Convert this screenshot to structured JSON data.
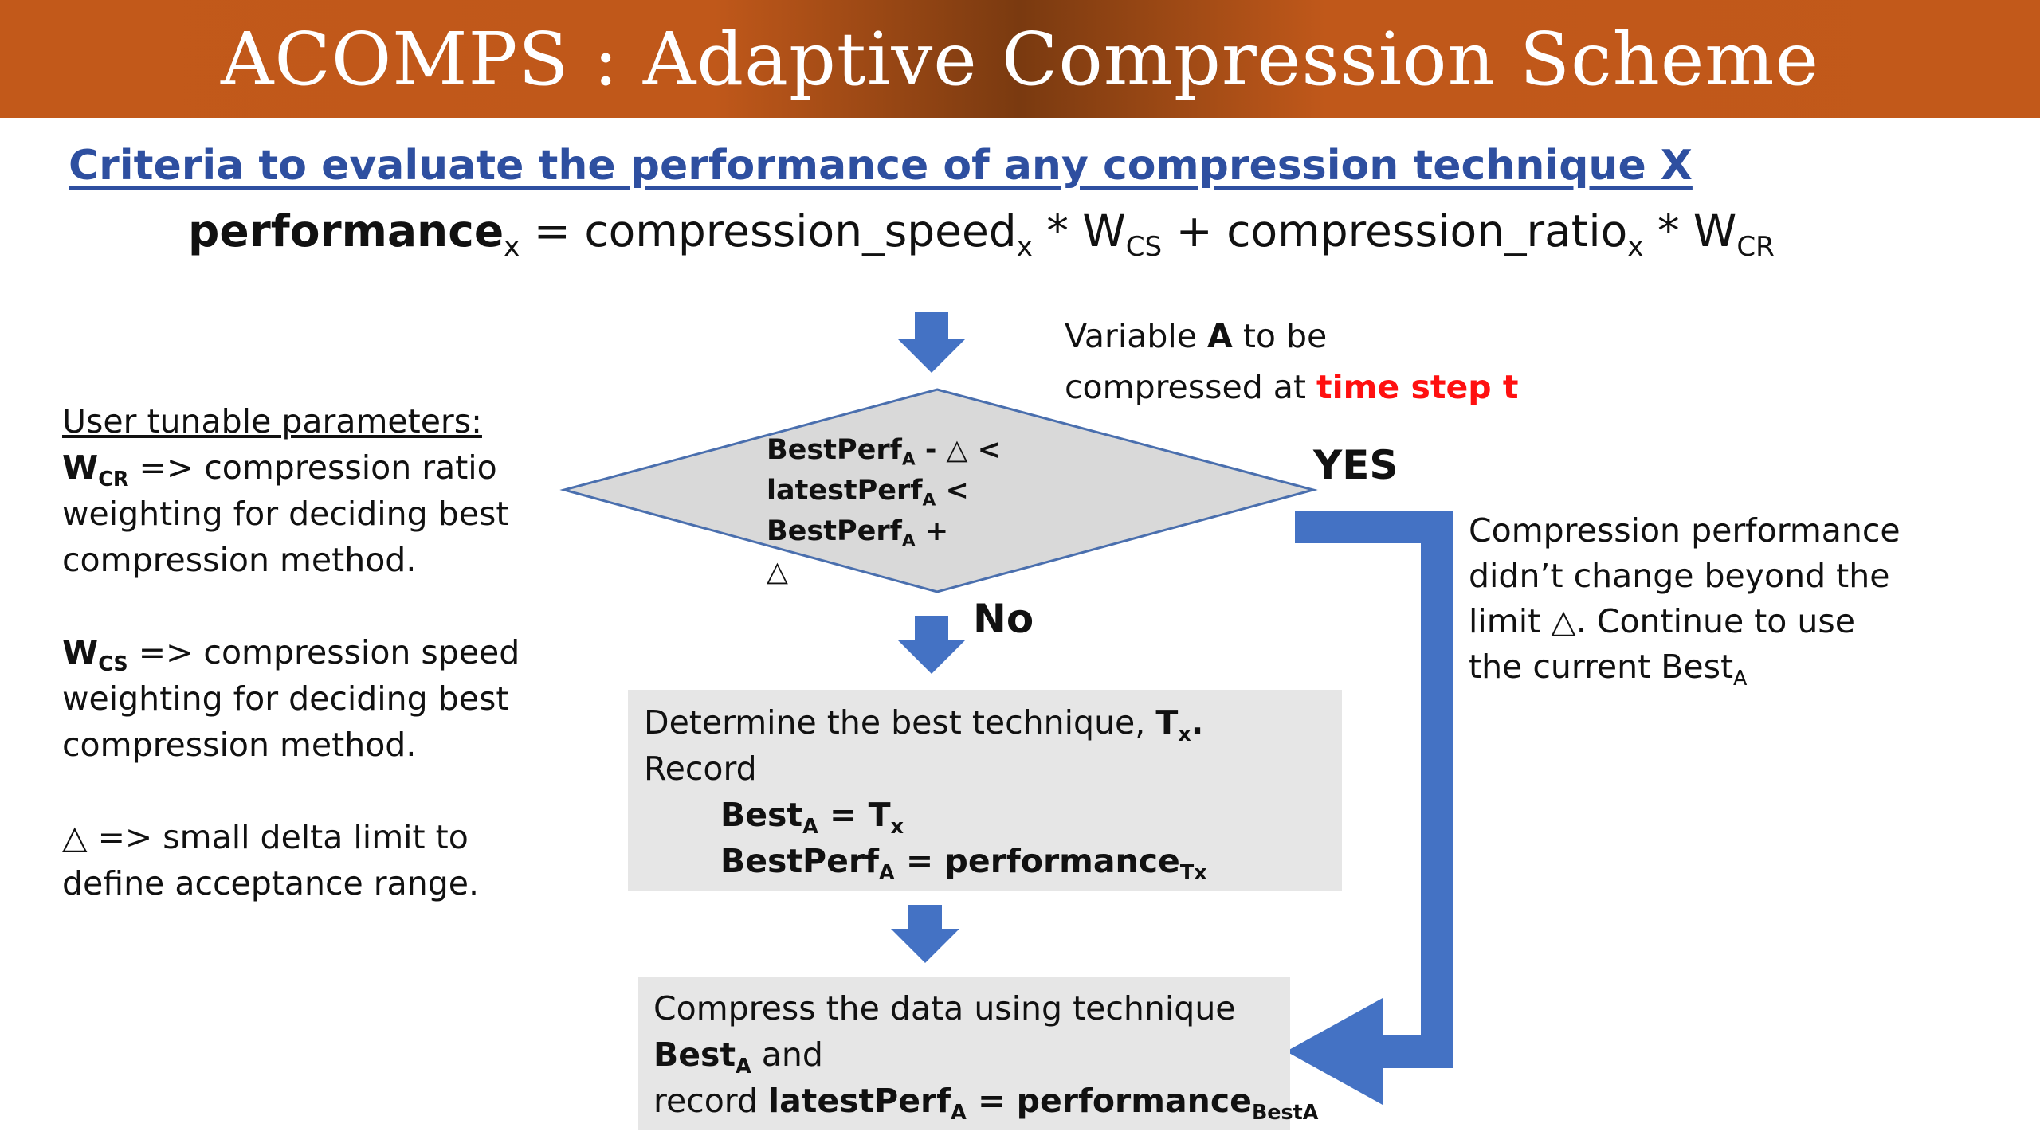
{
  "title": "ACOMPS : Adaptive Compression Scheme",
  "criteria_heading": "Criteria to evaluate the performance of any compression technique X",
  "formula": {
    "lhs": "performance",
    "lhs_sub": "x",
    "eq": " = compression_speed",
    "sub1": "x",
    "mul1": " * W",
    "w1_sub": "CS",
    "plus": " + compression_ratio",
    "sub2": "x",
    "mul2": " * W",
    "w2_sub": "CR"
  },
  "params": {
    "heading": "User tunable parameters:",
    "wcr_sym": "W",
    "wcr_sub": "CR",
    "wcr_text": " => compression ratio weighting for deciding best compression method.",
    "wcs_sym": "W",
    "wcs_sub": "CS",
    "wcs_text": " => compression speed weighting for deciding best compression method.",
    "delta_text": "△ => small delta limit to define acceptance range."
  },
  "variable_note": {
    "line1a": "Variable ",
    "var": "A",
    "line1b": " to be",
    "line2a": "compressed at ",
    "highlight": "time step t"
  },
  "decision": {
    "p1": "BestPerf",
    "s1": "A",
    "p2": " - △ <",
    "p3": "latestPerf",
    "s2": "A",
    "p4": " < BestPerf",
    "s3": "A",
    "p5": " +",
    "p6": "△"
  },
  "yes_label": "YES",
  "no_label": "No",
  "yes_note": {
    "text": "Compression performance didn’t change beyond the limit △. Continue to use the current Best",
    "sub": "A"
  },
  "box1": {
    "l1a": "Determine the best technique, ",
    "l1b": "T",
    "l1sub": "x",
    "l1c": ".",
    "l2": "Record",
    "l3a": "Best",
    "l3s": "A",
    "l3b": " = T",
    "l3s2": "x",
    "l4a": "BestPerf",
    "l4s": "A",
    "l4b": " = performance",
    "l4s2": "Tx"
  },
  "box2": {
    "l1": "Compress the data using technique",
    "l2a": "Best",
    "l2s": "A",
    "l2b": " and",
    "l3a": "record ",
    "l3b": "latestPerf",
    "l3s": "A",
    "l3c": " = performance",
    "l3s2": "BestA"
  },
  "colors": {
    "banner": "#c2591a",
    "heading": "#2e4fa0",
    "arrow": "#4472c4",
    "highlight": "#ff1010",
    "diamond": "#d9d9d9",
    "box": "#e6e6e6"
  }
}
